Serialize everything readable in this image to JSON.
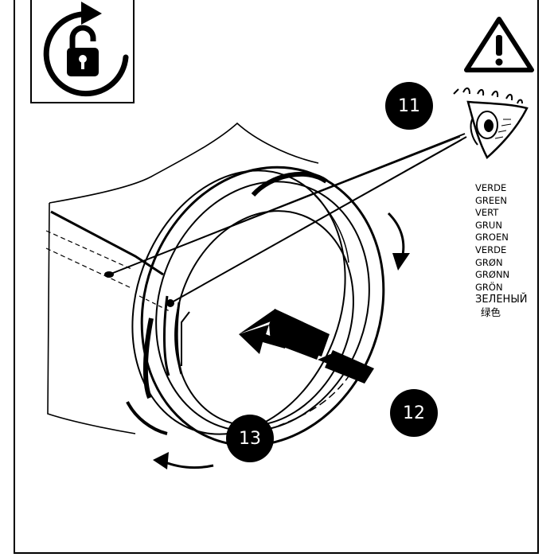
{
  "callouts": {
    "c11": "11",
    "c12": "12",
    "c13": "13"
  },
  "color_labels": [
    "VERDE",
    "GREEN",
    "VERT",
    "GRUN",
    "GROEN",
    "VERDE",
    "GRØN",
    "GRØNN",
    "GRÖN",
    "ЗЕЛЕНЫЙ",
    "绿色"
  ],
  "icons": {
    "lock": "rotate-unlock-icon",
    "warning": "warning-triangle-icon",
    "eye": "eye-splash-icon"
  },
  "colors": {
    "ink": "#000000",
    "paper": "#ffffff"
  }
}
